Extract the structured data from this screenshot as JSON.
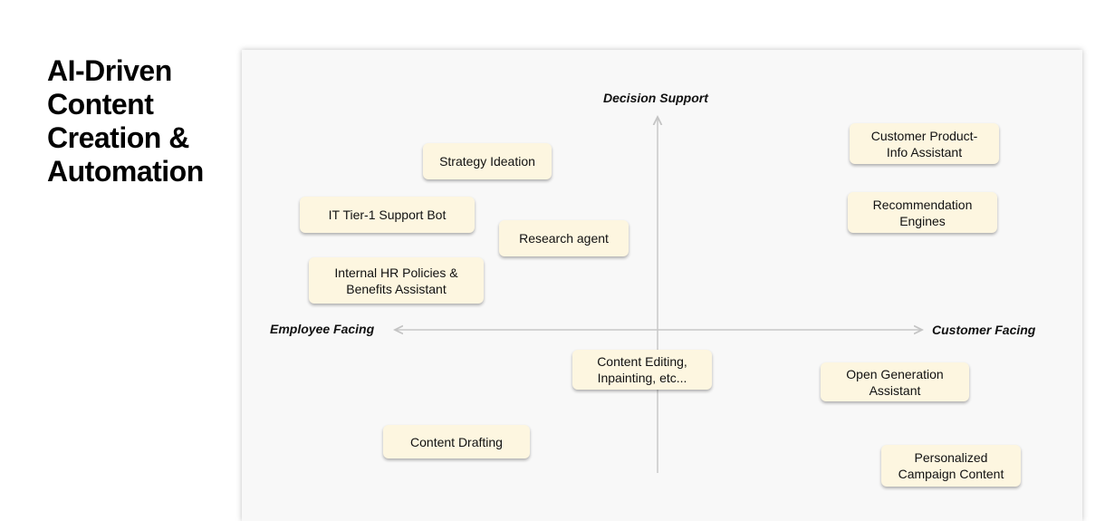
{
  "title": "AI-Driven Content Creation & Automation",
  "axes": {
    "top": "Decision Support",
    "left": "Employee Facing",
    "right": "Customer Facing"
  },
  "cards": [
    "Strategy Ideation",
    "IT Tier-1 Support Bot",
    "Research agent",
    "Internal HR Policies &\nBenefits Assistant",
    "Customer Product-\nInfo Assistant",
    "Recommendation\nEngines",
    "Content Editing,\nInpainting, etc...",
    "Open Generation\nAssistant",
    "Content Drafting",
    "Personalized\nCampaign Content"
  ],
  "colors": {
    "card": "#fdf6e0",
    "panel": "#f8f8f8",
    "axis": "#c8c8c8"
  }
}
